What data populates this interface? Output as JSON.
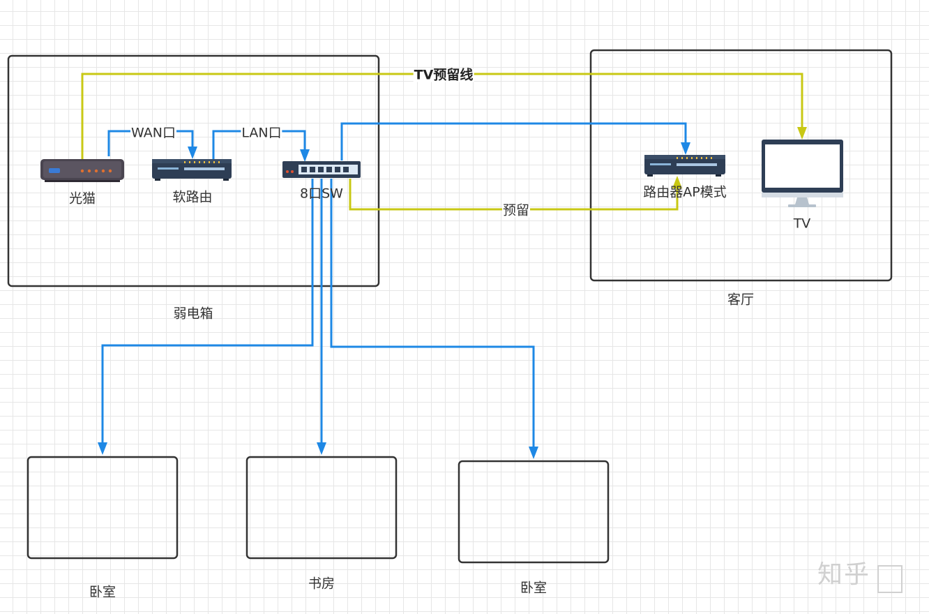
{
  "nodes": {
    "modem": "光猫",
    "soft_router": "软路由",
    "switch": "8口SW",
    "ap_router": "路由器AP模式",
    "tv": "TV"
  },
  "containers": {
    "weak_box": "弱电箱",
    "living_room": "客厅",
    "bedroom_1": "卧室",
    "study": "书房",
    "bedroom_2": "卧室"
  },
  "edges": {
    "wan": "WAN口",
    "lan": "LAN口",
    "tv_reserved": "TV预留线",
    "reserved": "预留"
  },
  "watermark": "知乎",
  "colors": {
    "blue_line": "#1e88e5",
    "yellow_line": "#c8c814",
    "border": "#333333"
  }
}
